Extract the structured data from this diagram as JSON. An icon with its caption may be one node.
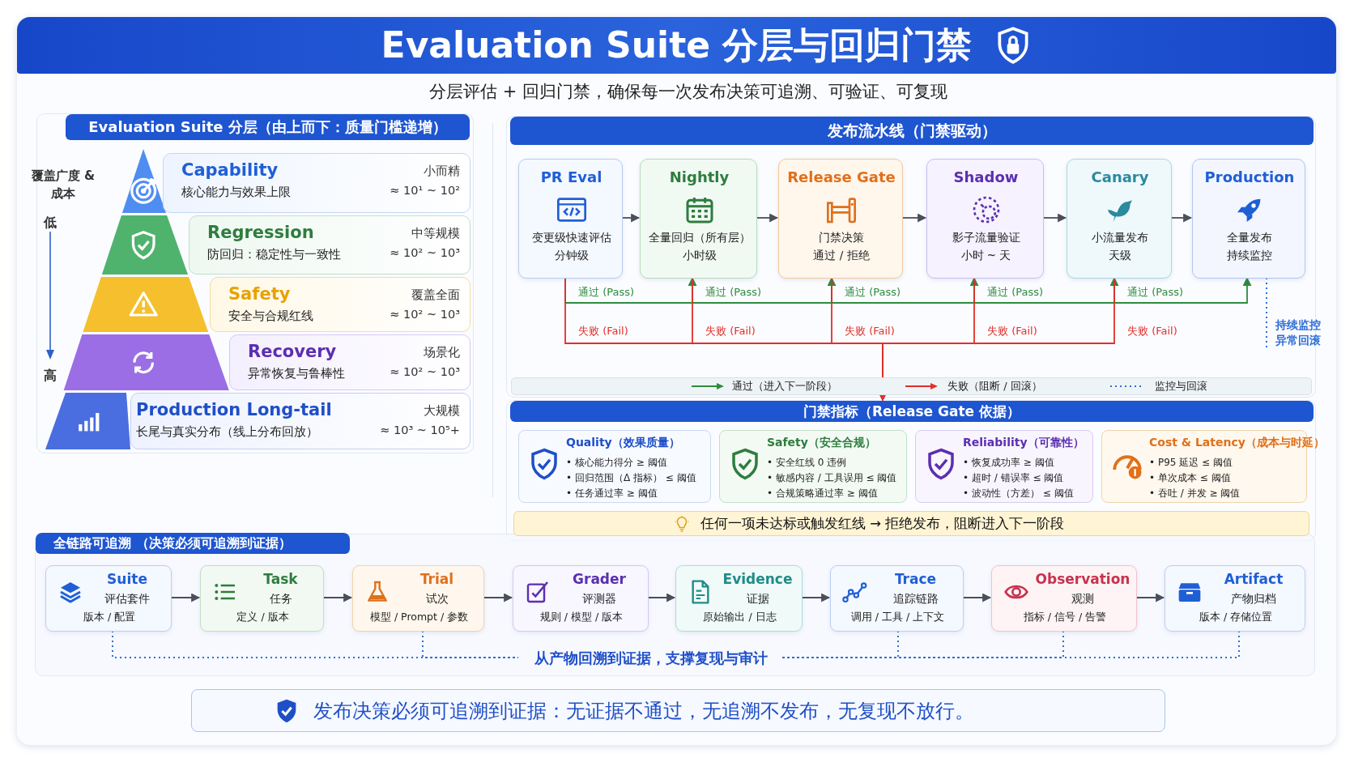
{
  "diagram": {
    "title": "Evaluation Suite 分层与回归门禁",
    "nodes": [
      {
        "text": [
          "Evaluation Suite 分层（由上而下：质量门槛递增）"
        ]
      },
      {
        "text": [
          "Capability",
          "核心能力与效果上限",
          "小而精",
          "≈ 10¹ ~ 10²"
        ],
        "in": 0
      },
      {
        "text": [
          "Regression",
          "防回归：稳定性与一致性",
          "中等规模",
          "≈ 10² ~ 10³"
        ],
        "in": 0
      },
      {
        "text": [
          "Safety",
          "安全与合规红线",
          "覆盖全面",
          "≈ 10² ~ 10³"
        ],
        "in": 0
      },
      {
        "text": [
          "Recovery",
          "异常恢复与鲁棒性",
          "场景化",
          "≈ 10² ~ 10³"
        ],
        "in": 0
      },
      {
        "text": [
          "Production Long-tail",
          "长尾与真实分布（线上分布回放）",
          "大规模",
          "≈ 10³ ~ 10⁵+"
        ],
        "in": 0
      },
      {
        "text": [
          "发布流水线（门禁驱动）"
        ]
      },
      {
        "text": [
          "PR Eval",
          "变更级快速评估",
          "分钟级"
        ],
        "in": 6
      },
      {
        "text": [
          "Nightly",
          "全量回归（所有层）",
          "小时级"
        ],
        "in": 6
      },
      {
        "text": [
          "Release Gate",
          "门禁决策",
          "通过 / 拒绝"
        ],
        "in": 6
      },
      {
        "text": [
          "Shadow",
          "影子流量验证",
          "小时 ~ 天"
        ],
        "in": 6
      },
      {
        "text": [
          "Canary",
          "小流量发布",
          "天级"
        ],
        "in": 6
      },
      {
        "text": [
          "Production",
          "全量发布",
          "持续监控"
        ],
        "in": 6
      },
      {
        "text": [
          "门禁指标（Release Gate 依据）"
        ]
      },
      {
        "text": [
          "Quality（效果质量）",
          "• 核心能力得分 ≥ 阈值",
          "• 回归范围（Δ 指标） ≤ 阈值",
          "• 任务通过率 ≥ 阈值"
        ],
        "in": 13
      },
      {
        "text": [
          "Safety（安全合规）",
          "• 安全红线 0 违例",
          "• 敏感内容 / 工具误用 ≤ 阈值",
          "• 合规策略通过率 ≥ 阈值"
        ],
        "in": 13
      },
      {
        "text": [
          "Reliability（可靠性）",
          "• 恢复成功率 ≥ 阈值",
          "• 超时 / 错误率 ≤ 阈值",
          "• 波动性（方差） ≤ 阈值"
        ],
        "in": 13
      },
      {
        "text": [
          "Cost & Latency（成本与时延）",
          "• P95 延迟 ≤ 阈值",
          "• 单次成本 ≤ 阈值",
          "• 吞吐 / 并发 ≥ 阈值"
        ],
        "in": 13
      },
      {
        "text": [
          "任何一项未达标或触发红线 → 拒绝发布，阻断进入下一阶段"
        ],
        "in": 13
      },
      {
        "text": [
          "全链路可追溯 （决策必须可追溯到证据）"
        ]
      },
      {
        "text": [
          "Suite",
          "评估套件",
          "版本 / 配置"
        ],
        "in": 19
      },
      {
        "text": [
          "Task",
          "任务",
          "定义 / 版本"
        ],
        "in": 19
      },
      {
        "text": [
          "Trial",
          "试次",
          "模型 / Prompt / 参数"
        ],
        "in": 19
      },
      {
        "text": [
          "Grader",
          "评测器",
          "规则 / 模型 / 版本"
        ],
        "in": 19
      },
      {
        "text": [
          "Evidence",
          "证据",
          "原始输出 / 日志"
        ],
        "in": 19
      },
      {
        "text": [
          "Trace",
          "追踪链路",
          "调用 / 工具 / 上下文"
        ],
        "in": 19
      },
      {
        "text": [
          "Observation",
          "观测",
          "指标 / 信号 / 告警"
        ],
        "in": 19
      },
      {
        "text": [
          "Artifact",
          "产物归档",
          "版本 / 存储位置"
        ],
        "in": 19
      },
      {
        "text": [
          "从产物回溯到证据，支撑复现与审计"
        ],
        "in": 19
      },
      {
        "text": [
          "发布决策必须可追溯到证据：无证据不通过，无追溯不发布，无复现不放行。"
        ]
      }
    ],
    "edges": [
      {
        "from": 7,
        "to": 8,
        "arrow": "to"
      },
      {
        "from": 8,
        "to": 9,
        "arrow": "to"
      },
      {
        "from": 9,
        "to": 10,
        "arrow": "to"
      },
      {
        "from": 10,
        "to": 11,
        "arrow": "to"
      },
      {
        "from": 11,
        "to": 12,
        "arrow": "to"
      },
      {
        "from": 7,
        "to": 8,
        "arrow": "to",
        "label": "通过 (Pass)",
        "color": "#2e8b3e"
      },
      {
        "from": 8,
        "to": 9,
        "arrow": "to",
        "label": "通过 (Pass)",
        "color": "#2e8b3e"
      },
      {
        "from": 9,
        "to": 10,
        "arrow": "to",
        "label": "通过 (Pass)",
        "color": "#2e8b3e"
      },
      {
        "from": 10,
        "to": 11,
        "arrow": "to",
        "label": "通过 (Pass)",
        "color": "#2e8b3e"
      },
      {
        "from": 11,
        "to": 12,
        "arrow": "to",
        "label": "通过 (Pass)",
        "color": "#2e8b3e"
      },
      {
        "from": 7,
        "to": 13,
        "arrow": "to",
        "label": "失败 (Fail)",
        "color": "#e0302a"
      },
      {
        "from": 8,
        "to": 13,
        "arrow": "to",
        "label": "失败 (Fail)",
        "color": "#e0302a"
      },
      {
        "from": 9,
        "to": 13,
        "arrow": "to",
        "label": "失败 (Fail)",
        "color": "#e0302a"
      },
      {
        "from": 10,
        "to": 13,
        "arrow": "to",
        "label": "失败 (Fail)",
        "color": "#e0302a"
      },
      {
        "from": 11,
        "to": 13,
        "arrow": "to",
        "label": "失败 (Fail)",
        "color": "#e0302a"
      },
      {
        "from": 12,
        "to": null,
        "arrow": "none",
        "label": "持续监控异常回滚",
        "style": "dashed",
        "color": "#2f6fd6"
      },
      {
        "from": 20,
        "to": 21,
        "arrow": "to"
      },
      {
        "from": 21,
        "to": 22,
        "arrow": "to"
      },
      {
        "from": 22,
        "to": 23,
        "arrow": "to"
      },
      {
        "from": 23,
        "to": 24,
        "arrow": "to"
      },
      {
        "from": 24,
        "to": 25,
        "arrow": "to"
      },
      {
        "from": 25,
        "to": 26,
        "arrow": "to"
      },
      {
        "from": 26,
        "to": 27,
        "arrow": "to"
      },
      {
        "from": 20,
        "to": 28,
        "arrow": "none",
        "style": "dashed",
        "color": "#2f6fd6"
      },
      {
        "from": 22,
        "to": 28,
        "arrow": "none",
        "style": "dashed",
        "color": "#2f6fd6"
      },
      {
        "from": 25,
        "to": 28,
        "arrow": "none",
        "style": "dashed",
        "color": "#2f6fd6"
      },
      {
        "from": 26,
        "to": 28,
        "arrow": "none",
        "style": "dashed",
        "color": "#2f6fd6"
      },
      {
        "from": 27,
        "to": 28,
        "arrow": "none",
        "style": "dashed",
        "color": "#2f6fd6"
      }
    ],
    "labels": [
      "分层评估 + 回归门禁，确保每一次发布决策可追溯、可验证、可复现",
      "覆盖广度 & 成本",
      "低",
      "高"
    ],
    "legend": [
      {
        "text": "通过（进入下一阶段）"
      },
      {
        "text": "失败（阻断 / 回滚）"
      },
      {
        "text": "监控与回滚"
      }
    ]
  }
}
